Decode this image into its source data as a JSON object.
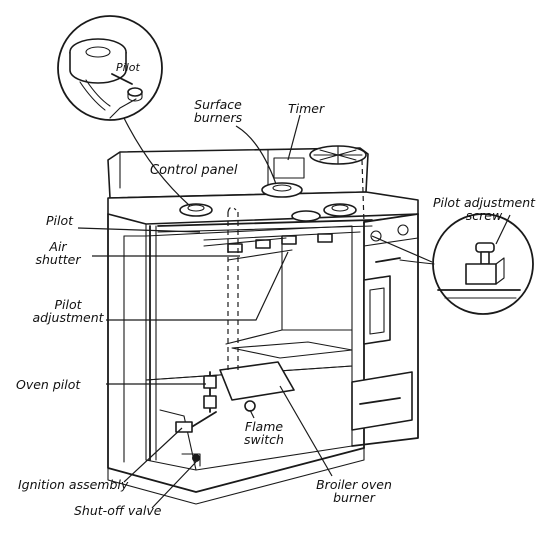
{
  "labels": {
    "pilot_inset": "Pilot",
    "surface_burners_1": "Surface",
    "surface_burners_2": "burners",
    "timer": "Timer",
    "control_panel": "Control panel",
    "pilot_adjustment_screw_1": "Pilot adjustment",
    "pilot_adjustment_screw_2": "screw",
    "pilot": "Pilot",
    "air_shutter_1": "Air",
    "air_shutter_2": "shutter",
    "pilot_adjustment_1": "Pilot",
    "pilot_adjustment_2": "adjustment",
    "oven_pilot": "Oven pilot",
    "flame_switch_1": "Flame",
    "flame_switch_2": "switch",
    "ignition_assembly": "Ignition assembly",
    "broiler_oven_burner_1": "Broiler oven",
    "broiler_oven_burner_2": "burner",
    "shut_off_valve": "Shut-off valve"
  }
}
